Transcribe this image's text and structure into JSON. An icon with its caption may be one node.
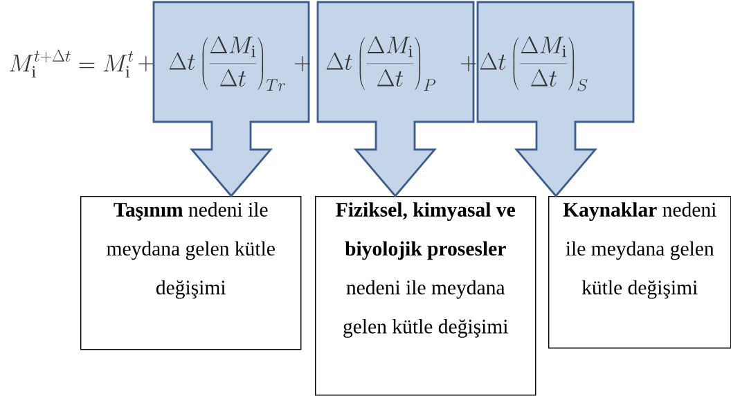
{
  "diagram": {
    "nodes": [
      {
        "text": [
          "**Taşınım** nedeni ile meydana gelen kütle değişimi"
        ]
      },
      {
        "text": [
          "**Fiziksel, kimyasal ve biyolojik prosesler** nedeni ile meydana gelen kütle değişimi"
        ]
      },
      {
        "text": [
          "**Kaynaklar** nedeni ile meydana gelen kütle değişimi"
        ]
      }
    ],
    "edges": [
      {
        "from": null,
        "to": 0,
        "arrow": "to"
      },
      {
        "from": null,
        "to": 1,
        "arrow": "to"
      },
      {
        "from": null,
        "to": 2,
        "arrow": "to"
      }
    ],
    "labels": [
      "M_{\\mathrm{i}}^{t+\\Delta t} = M_{\\mathrm{i}}^{t}",
      "+",
      "\\Delta t\\left(\\frac{\\Delta M_{\\mathrm{i}}}{\\Delta t}\\right)_{Tr}",
      "+",
      "\\Delta t\\left(\\frac{\\Delta M_{\\mathrm{i}}}{\\Delta t}\\right)_{P}",
      "+",
      "\\Delta t\\left(\\frac{\\Delta M_{\\mathrm{i}}}{\\Delta t}\\right)_{S}"
    ]
  }
}
